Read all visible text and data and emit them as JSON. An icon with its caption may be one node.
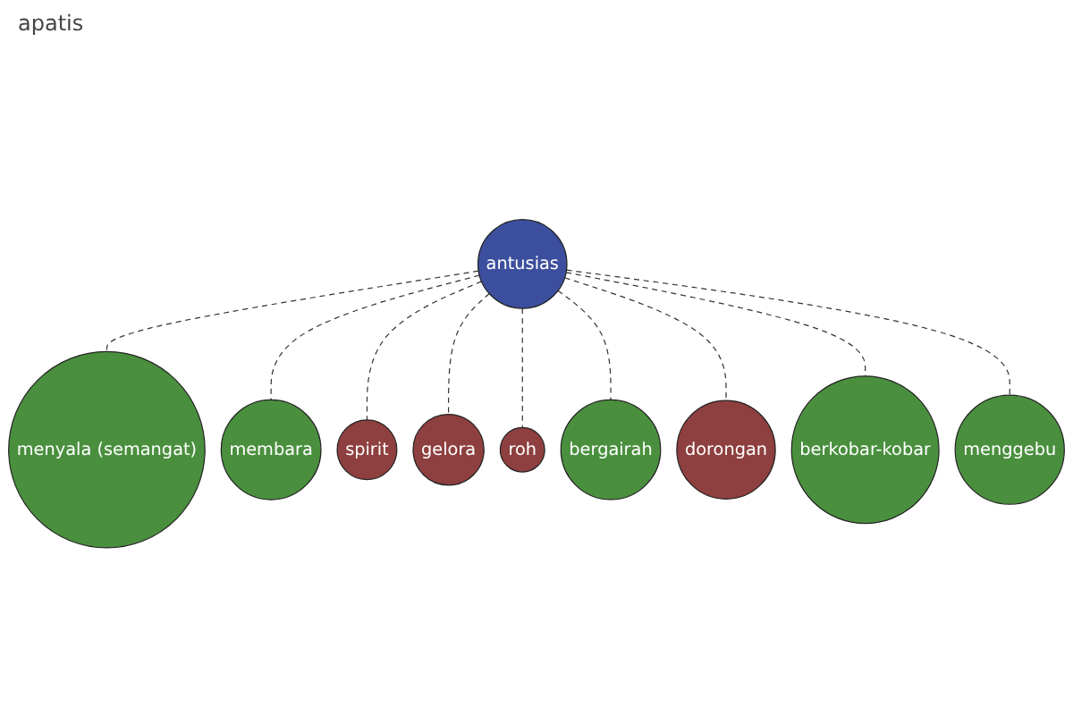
{
  "diagram": {
    "nodes": [
      {
        "text": [
          "menyala (semangat)"
        ]
      },
      {
        "text": [
          "membara"
        ]
      },
      {
        "text": [
          "spirit"
        ]
      },
      {
        "text": [
          "gelora"
        ]
      },
      {
        "text": [
          "roh"
        ]
      },
      {
        "text": [
          "antusias"
        ]
      },
      {
        "text": [
          "bergairah"
        ]
      },
      {
        "text": [
          "dorongan"
        ]
      },
      {
        "text": [
          "berkobar-kobar"
        ]
      },
      {
        "text": [
          "menggebu"
        ]
      }
    ],
    "edges": [
      {
        "from": 5,
        "to": 0,
        "arrow": "none",
        "style": "dashed"
      },
      {
        "from": 5,
        "to": 1,
        "arrow": "none",
        "style": "dashed"
      },
      {
        "from": 5,
        "to": 2,
        "arrow": "none",
        "style": "dashed"
      },
      {
        "from": 5,
        "to": 3,
        "arrow": "none",
        "style": "dashed"
      },
      {
        "from": 5,
        "to": 4,
        "arrow": "none",
        "style": "dashed"
      },
      {
        "from": 5,
        "to": 6,
        "arrow": "none",
        "style": "dashed"
      },
      {
        "from": 5,
        "to": 7,
        "arrow": "none",
        "style": "dashed"
      },
      {
        "from": 5,
        "to": 8,
        "arrow": "none",
        "style": "dashed"
      },
      {
        "from": 5,
        "to": 9,
        "arrow": "none",
        "style": "dashed"
      }
    ],
    "labels": [
      "apatis"
    ]
  }
}
